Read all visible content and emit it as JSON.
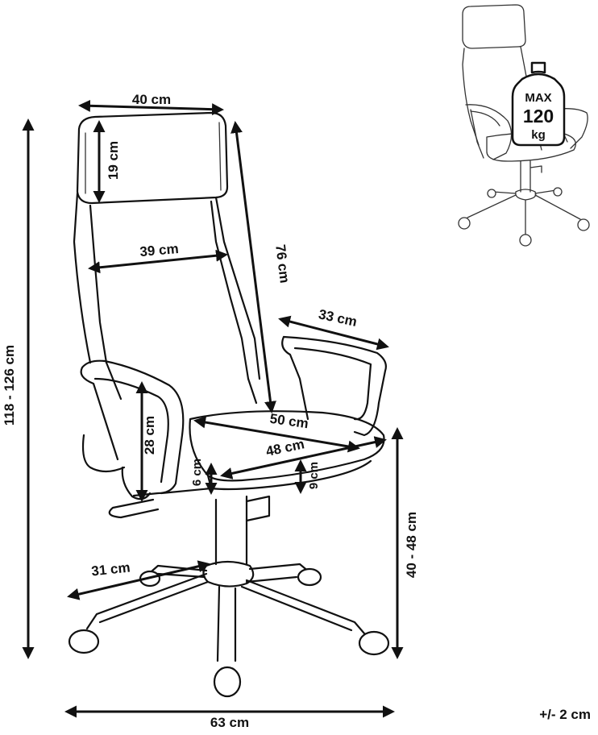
{
  "dimensions": {
    "headrest_width": "40 cm",
    "headrest_height": "19 cm",
    "backrest_width": "39 cm",
    "backrest_height": "76 cm",
    "total_height": "118 - 126 cm",
    "armrest_depth": "33 cm",
    "armrest_height": "28 cm",
    "seat_width": "50 cm",
    "seat_depth": "48 cm",
    "seat_thickness_front": "6 cm",
    "seat_thickness_side": "9 cm",
    "seat_height": "40 - 48 cm",
    "leg_length": "31 cm",
    "base_width": "63 cm",
    "tolerance": "+/- 2 cm"
  },
  "max_load": {
    "line1": "MAX",
    "line2": "120",
    "line3": "kg"
  }
}
